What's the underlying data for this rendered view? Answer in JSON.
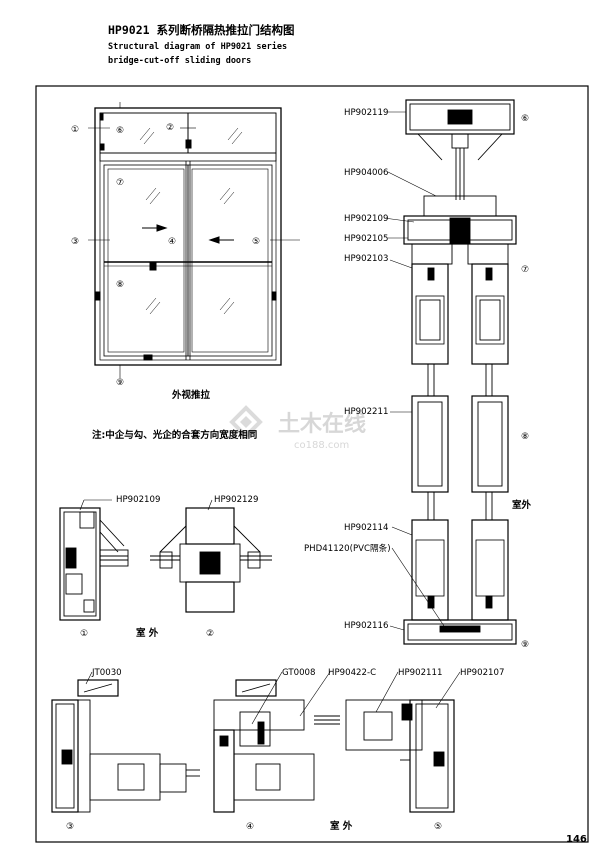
{
  "header": {
    "title_cn": "HP9021  系列断桥隔热推拉门结构图",
    "title_en_line1": "Structural diagram of HP9021 series",
    "title_en_line2": "bridge-cut-off sliding doors"
  },
  "elevation": {
    "callouts": [
      "①",
      "⑥",
      "②",
      "⑦",
      "③",
      "④",
      "⑤",
      "⑧",
      "⑨"
    ],
    "caption": "外视推拉",
    "note": "注:中企与勾、光企的合套方向宽度相同"
  },
  "vertical_section": {
    "parts": [
      "HP902119",
      "HP904006",
      "HP902109",
      "HP902105",
      "HP902103",
      "HP902211",
      "HP902114",
      "PHD41120(PVC隔条)",
      "HP902116"
    ],
    "markers": [
      "⑥",
      "⑦",
      "⑧",
      "⑨"
    ],
    "outdoor_label": "室外"
  },
  "detail_1": {
    "part": "HP902109",
    "marker": "①",
    "outdoor_label": "室 外"
  },
  "detail_2": {
    "part": "HP902129",
    "marker": "②"
  },
  "bottom_section": {
    "parts": [
      "JT0030",
      "GT0008",
      "HP90422-C",
      "HP902111",
      "HP902107"
    ],
    "markers": [
      "③",
      "④",
      "⑤"
    ],
    "outdoor_label": "室 外"
  },
  "page_number": "146",
  "watermark": {
    "text_cn": "土木在线",
    "text_en": "co188.com"
  }
}
